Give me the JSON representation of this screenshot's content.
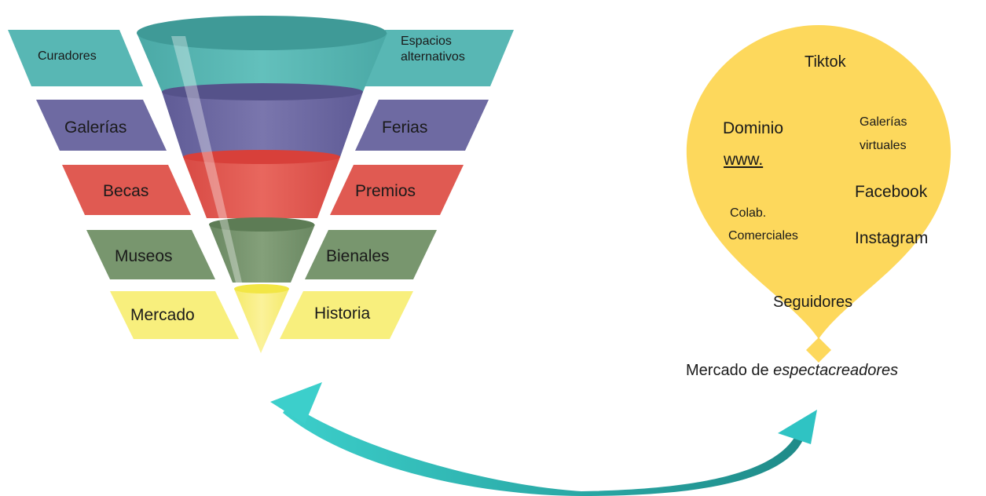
{
  "funnel": {
    "colors": {
      "teal": "#58b7b4",
      "teal_dark": "#3f9a97",
      "purple": "#6e6aa2",
      "purple_dark": "#55528a",
      "red": "#e05a52",
      "red_dark": "#d8403a",
      "green": "#78966e",
      "green_dark": "#5d7c55",
      "yellow": "#f8ef7d",
      "yellow_dark": "#f2e645"
    },
    "left_labels": [
      "Curadores",
      "Galerías",
      "Becas",
      "Museos",
      "Mercado"
    ],
    "right_labels": [
      "Espacios alternativos",
      "Ferias",
      "Premios",
      "Bienales",
      "Historia"
    ]
  },
  "balloon": {
    "color": "#fdd85c",
    "items": {
      "tiktok": "Tiktok",
      "dominio": "Dominio",
      "www": "www.",
      "galerias_line1": "Galerías",
      "galerias_line2": "virtuales",
      "facebook": "Facebook",
      "colab_line1": "Colab.",
      "colab_line2": "Comerciales",
      "instagram": "Instagram",
      "seguidores": "Seguidores"
    },
    "caption_prefix": "Mercado de ",
    "caption_emphasis": "espectacreadores"
  },
  "arrow": {
    "color": "#3cc8c8",
    "color_dark": "#2a9a98",
    "direction": "double-headed"
  }
}
